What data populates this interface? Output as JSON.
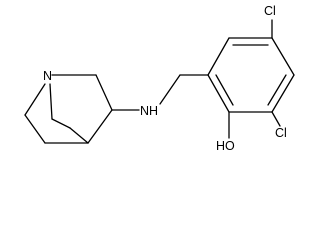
{
  "molecule": {
    "atoms": {
      "n_bridgehead": "N",
      "n_amine": "NH",
      "chlorine_top": "Cl",
      "chlorine_bottom": "Cl",
      "hydroxyl": "HO"
    }
  },
  "colors": {
    "bond": "#000000",
    "label": "#000000",
    "background": "#ffffff"
  }
}
